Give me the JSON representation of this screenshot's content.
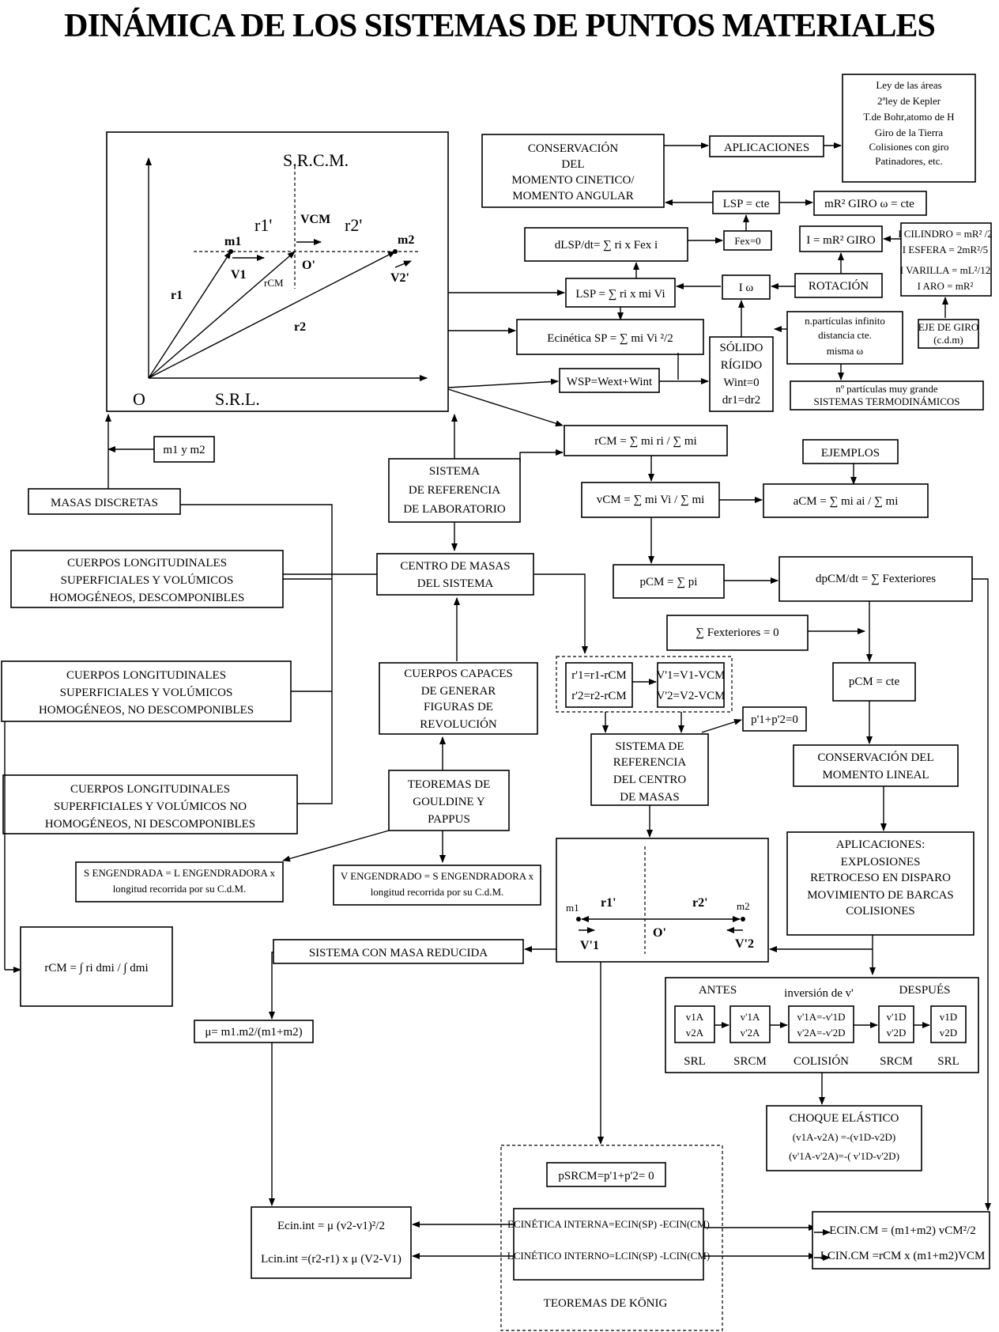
{
  "title": "DINÁMICA DE LOS SISTEMAS DE PUNTOS MATERIALES",
  "diagram": {
    "srcm_label": "S.R.C.M.",
    "srl_label": "S.R.L.",
    "origin": "O",
    "o_prime": "O'",
    "m1": "m1",
    "m2": "m2",
    "r1p": "r1'",
    "r2p": "r2'",
    "vcm": "VCM",
    "v1": "V1",
    "v2p": "V2'",
    "r1": "r1",
    "r2": "r2",
    "rcm": "rCM"
  },
  "masses": "m1 y m2",
  "masas_discretas": "MASAS DISCRETAS",
  "cuerpos1": [
    "CUERPOS LONGITUDINALES",
    "SUPERFICIALES Y VOLÚMICOS",
    "HOMOGÉNEOS, DESCOMPONIBLES"
  ],
  "cuerpos2": [
    "CUERPOS LONGITUDINALES",
    "SUPERFICIALES Y VOLÚMICOS",
    "HOMOGÉNEOS, NO DESCOMPONIBLES"
  ],
  "cuerpos3": [
    "CUERPOS LONGITUDINALES",
    "SUPERFICIALES Y VOLÚMICOS NO",
    "HOMOGÉNEOS, NI DESCOMPONIBLES"
  ],
  "sistema_lab": [
    "SISTEMA",
    "DE REFERENCIA",
    "DE LABORATORIO"
  ],
  "centro_masas": [
    "CENTRO DE MASAS",
    "DEL SISTEMA"
  ],
  "cuerpos_capaces": [
    "CUERPOS CAPACES",
    "DE GENERAR",
    "FIGURAS DE",
    "REVOLUCIÓN"
  ],
  "teoremas_gp": [
    "TEOREMAS DE",
    "GOULDINE Y",
    "PAPPUS"
  ],
  "s_eng": [
    "S ENGENDRADA = L ENGENDRADORA x",
    "longitud recorrida por su C.d.M."
  ],
  "v_eng": [
    "V ENGENDRADO = S ENGENDRADORA x",
    "longitud recorrida por su C.d.M."
  ],
  "rcm_integral": "rCM =  ∫ ri dmi / ∫ dmi",
  "conservacion_momento": [
    "CONSERVACIÓN",
    "DEL",
    "MOMENTO CINETICO/",
    "MOMENTO ANGULAR"
  ],
  "aplicaciones": "APLICACIONES",
  "ley_areas": [
    "Ley de las áreas",
    "2ªley de Kepler",
    "T.de Bohr,atomo de H",
    "Giro de la Tierra",
    "Colisiones con giro",
    "Patinadores, etc."
  ],
  "lsp_cte": "LSP = cte",
  "mr2_cte": "mR² GIRO ω  = cte",
  "dlsp": "dLSP/dt= ∑ ri x Fex i",
  "fex0": "Fex=0",
  "i_mr2": "I = mR² GIRO",
  "inertia_list": [
    "I CILINDRO = mR² /2",
    "I ESFERA = 2mR²/5",
    "I VARILLA = mL²/12",
    "I ARO = mR²"
  ],
  "lsp_sum": "LSP = ∑ ri x mi Vi",
  "i_omega": "I  ω",
  "rotacion": "ROTACIÓN",
  "eje_giro": [
    "EJE DE GIRO",
    "(c.d.m)"
  ],
  "ecin": "Ecinética SP = ∑  mi Vi ²/2",
  "solido": [
    "SÓLIDO",
    "RÍGIDO",
    "Wint=0",
    "dr1=dr2"
  ],
  "n_particulas_inf": [
    "n.partículas infinito",
    "distancia cte.",
    "misma  ω"
  ],
  "n_particulas_grande": [
    "nº partículas muy grande",
    "SISTEMAS TERMODINÁMICOS"
  ],
  "wsp": "WSP=Wext+Wint",
  "rcm_sum": "rCM =  ∑  mi ri  / ∑ mi",
  "ejemplos": "EJEMPLOS",
  "vcm_sum": "vCM = ∑ mi Vi / ∑ mi",
  "acm_sum": "aCM = ∑  mi ai  / ∑ mi",
  "pcm_sum": "pCM =  ∑ pi",
  "dpcm": "dpCM/dt =  ∑  Fexteriores",
  "fext0": "∑  Fexteriores   = 0",
  "pcm_cte": "pCM = cte",
  "rprime": [
    "r'1=r1-rCM",
    "r'2=r2-rCM"
  ],
  "vprime": [
    "V'1=V1-VCM",
    "V'2=V2-VCM"
  ],
  "p_sum0": "p'1+p'2=0",
  "srcm_box": [
    "SISTEMA DE",
    "REFERENCIA",
    "DEL CENTRO",
    "DE MASAS"
  ],
  "conservacion_lineal": [
    "CONSERVACIÓN  DEL",
    "MOMENTO LINEAL"
  ],
  "aplicaciones2": [
    "APLICACIONES:",
    "EXPLOSIONES",
    "RETROCESO EN DISPARO",
    "MOVIMIENTO DE BARCAS",
    "COLISIONES"
  ],
  "diagram2": {
    "m1": "m1",
    "m2": "m2",
    "r1p": "r1'",
    "r2p": "r2'",
    "o": "O'",
    "v1": "V'1",
    "v2": "V'2"
  },
  "masa_reducida": "SISTEMA CON MASA REDUCIDA",
  "mu": "μ= m1.m2/(m1+m2)",
  "colision": {
    "antes": "ANTES",
    "inversion": "inversión de v'",
    "despues": "DESPUÉS",
    "b1": [
      "v1A",
      "v2A"
    ],
    "b2": [
      "v'1A",
      "v'2A"
    ],
    "b3": [
      "v'1A=-v'1D",
      "v'2A=-v'2D"
    ],
    "b4": [
      "v'1D",
      "v'2D"
    ],
    "b5": [
      "v1D",
      "v2D"
    ],
    "labels": [
      "SRL",
      "SRCM",
      "COLISIÓN",
      "SRCM",
      "SRL"
    ]
  },
  "choque": [
    "CHOQUE ELÁSTICO",
    "(v1A-v2A) =-(v1D-v2D)",
    "(v'1A-v'2A)=-( v'1D-v'2D)"
  ],
  "psrcm": "pSRCM=p'1+p'2= 0",
  "ecin_int": "ECINÉTICA INTERNA=ECIN(SP) -ECIN(CM)",
  "lcin_int": "LCINÉTICO INTERNO=LCIN(SP) -LCIN(CM)",
  "koenig": "TEOREMAS DE KÖNIG",
  "ecin_int_mu": "Ecin.int =   μ   (v2-v1)²/2",
  "lcin_int_mu": "Lcin.int =(r2-r1) x  μ  (V2-V1)",
  "ecin_cm": "ECIN.CM = (m1+m2) vCM²/2",
  "lcin_cm": "LCIN.CM =rCM x (m1+m2)VCM"
}
